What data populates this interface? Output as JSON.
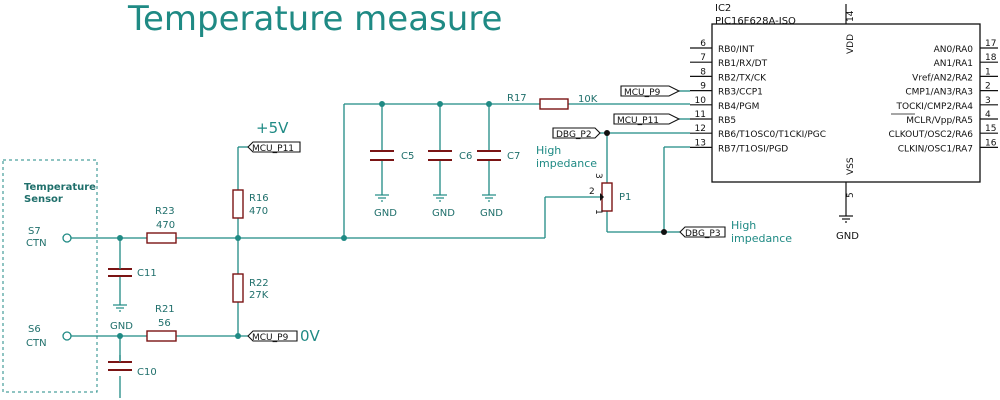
{
  "title": "Temperature measure",
  "sensor": {
    "label1": "Temperature",
    "label2": "Sensor",
    "s7": "S7",
    "s7_sub": "CTN",
    "s6": "S6",
    "s6_sub": "CTN"
  },
  "components": {
    "r23": {
      "ref": "R23",
      "value": "470"
    },
    "r21": {
      "ref": "R21",
      "value": "56"
    },
    "r16": {
      "ref": "R16",
      "value": "470"
    },
    "r22": {
      "ref": "R22",
      "value": "27K"
    },
    "r17": {
      "ref": "R17",
      "value": "10K"
    },
    "c5": "C5",
    "c6": "C6",
    "c7": "C7",
    "c10": "C10",
    "c11": "C11",
    "p1": "P1"
  },
  "power": {
    "plus5v": "+5V",
    "gnd": "GND",
    "zero_v": "0V"
  },
  "net_labels": {
    "mcu_p11": "MCU_P11",
    "mcu_p9": "MCU_P9",
    "dbg_p2": "DBG_P2",
    "dbg_p3": "DBG_P3"
  },
  "notes": {
    "high1": "High",
    "impedance1": "impedance",
    "high2": "High",
    "impedance2": "impedance"
  },
  "p1_pins": {
    "pin1": "1",
    "pin2": "2",
    "pin3": "3"
  },
  "ic": {
    "ref": "IC2",
    "part": "PIC16F628A-ISO",
    "vdd": "VDD",
    "vss": "VSS",
    "vdd_pin": "14",
    "vss_pin": "5",
    "left_pins": [
      {
        "num": "6",
        "name": "RB0/INT"
      },
      {
        "num": "7",
        "name": "RB1/RX/DT"
      },
      {
        "num": "8",
        "name": "RB2/TX/CK"
      },
      {
        "num": "9",
        "name": "RB3/CCP1"
      },
      {
        "num": "10",
        "name": "RB4/PGM"
      },
      {
        "num": "11",
        "name": "RB5"
      },
      {
        "num": "12",
        "name": "RB6/T1OSC0/T1CKI/PGC"
      },
      {
        "num": "13",
        "name": "RB7/T1OSI/PGD"
      }
    ],
    "right_pins": [
      {
        "num": "17",
        "name": "AN0/RA0"
      },
      {
        "num": "18",
        "name": "AN1/RA1"
      },
      {
        "num": "1",
        "name": "Vref/AN2/RA2"
      },
      {
        "num": "2",
        "name": "CMP1/AN3/RA3"
      },
      {
        "num": "3",
        "name": "TOCKI/CMP2/RA4"
      },
      {
        "num": "4",
        "name": "MCLR/Vpp/RA5"
      },
      {
        "num": "15",
        "name": "CLKOUT/OSC2/RA6"
      },
      {
        "num": "16",
        "name": "CLKIN/OSC1/RA7"
      }
    ]
  },
  "colors": {
    "wire": "#1f8a84",
    "part": "#7a1414",
    "ic_line": "#111111",
    "text": "#1f6f6b"
  }
}
